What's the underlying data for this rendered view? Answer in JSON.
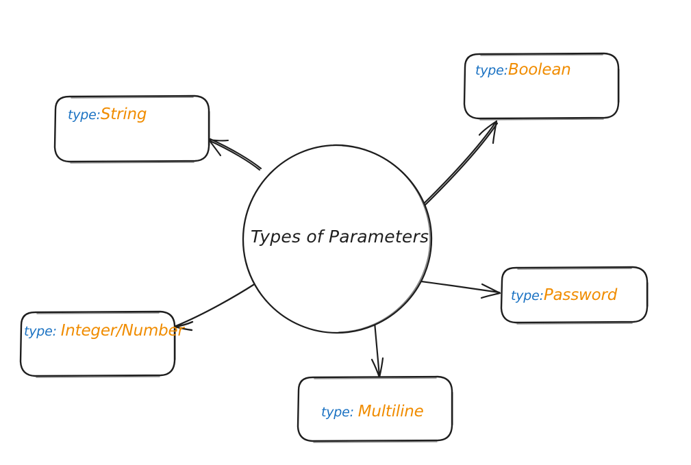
{
  "diagram": {
    "title": "Types of Parameters",
    "style": "hand-drawn-sketch",
    "background_color": "#ffffff",
    "stroke_color": "#1e1e1e",
    "key_color": "#1971c2",
    "value_color": "#f08c00",
    "center_node": {
      "label": "Types of Parameters",
      "shape": "ellipse"
    },
    "nodes": [
      {
        "id": "string",
        "key": "type:",
        "value": "String",
        "shape": "rounded-rectangle"
      },
      {
        "id": "boolean",
        "key": "type:",
        "value": "Boolean",
        "shape": "rounded-rectangle"
      },
      {
        "id": "password",
        "key": "type:",
        "value": "Password",
        "shape": "rounded-rectangle"
      },
      {
        "id": "multiline",
        "key": "type: ",
        "value": "Multiline",
        "shape": "rounded-rectangle"
      },
      {
        "id": "integer-number",
        "key": "type: ",
        "value": "Integer/Number",
        "shape": "rounded-rectangle"
      }
    ],
    "edges": [
      {
        "from": "center",
        "to": "string",
        "arrow": "single"
      },
      {
        "from": "center",
        "to": "boolean",
        "arrow": "single"
      },
      {
        "from": "center",
        "to": "password",
        "arrow": "single"
      },
      {
        "from": "center",
        "to": "multiline",
        "arrow": "single"
      },
      {
        "from": "center",
        "to": "integer-number",
        "arrow": "single"
      }
    ]
  }
}
